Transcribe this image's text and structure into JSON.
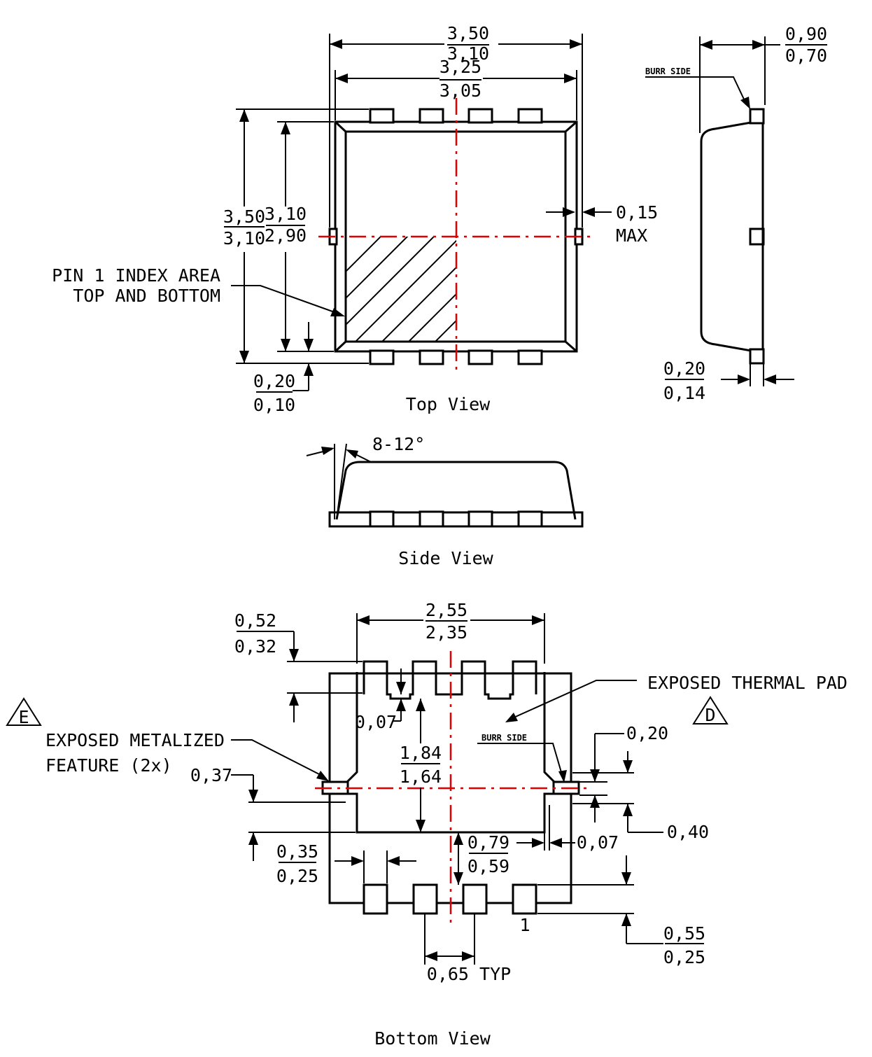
{
  "views": {
    "top": "Top View",
    "side": "Side View",
    "bottom": "Bottom View"
  },
  "top_view": {
    "width_outer_max": "3,50",
    "width_outer_min": "3,10",
    "width_body_max": "3,25",
    "width_body_min": "3,05",
    "height_outer_max": "3,50",
    "height_outer_min": "3,10",
    "height_body_max": "3,10",
    "height_body_min": "2,90",
    "protrusion_value": "0,15",
    "protrusion_suffix": "MAX",
    "pin1_line1": "PIN 1 INDEX AREA",
    "pin1_line2": "TOP AND BOTTOM",
    "lead_offset_max": "0,20",
    "lead_offset_min": "0,10"
  },
  "profile_view": {
    "height_max": "0,90",
    "height_min": "0,70",
    "burr_side": "BURR SIDE",
    "lead_thk_max": "0,20",
    "lead_thk_min": "0,14"
  },
  "side_view": {
    "draft_angle": "8-12°"
  },
  "bottom_view": {
    "pad_width_max": "2,55",
    "pad_width_min": "2,35",
    "lead_len_max": "0,52",
    "lead_len_min": "0,32",
    "notch_depth": "0,07",
    "pad_height_max": "1,84",
    "pad_height_min": "1,64",
    "feature_letter_e": "E",
    "feature_line1": "EXPOSED METALIZED",
    "feature_line2": "FEATURE (2x)",
    "feature_offset": "0,37",
    "thermal_pad": "EXPOSED THERMAL PAD",
    "feature_letter_d": "D",
    "burr_side": "BURR SIDE",
    "tab_width": "0,20",
    "tab_gap": "0,40",
    "side_gap": "0,07",
    "lead_width_max": "0,35",
    "lead_width_min": "0,25",
    "pad_to_lead_max": "0,79",
    "pad_to_lead_min": "0,59",
    "pitch": "0,65 TYP",
    "pin_number": "1",
    "lead_bottom_max": "0,55",
    "lead_bottom_min": "0,25"
  }
}
